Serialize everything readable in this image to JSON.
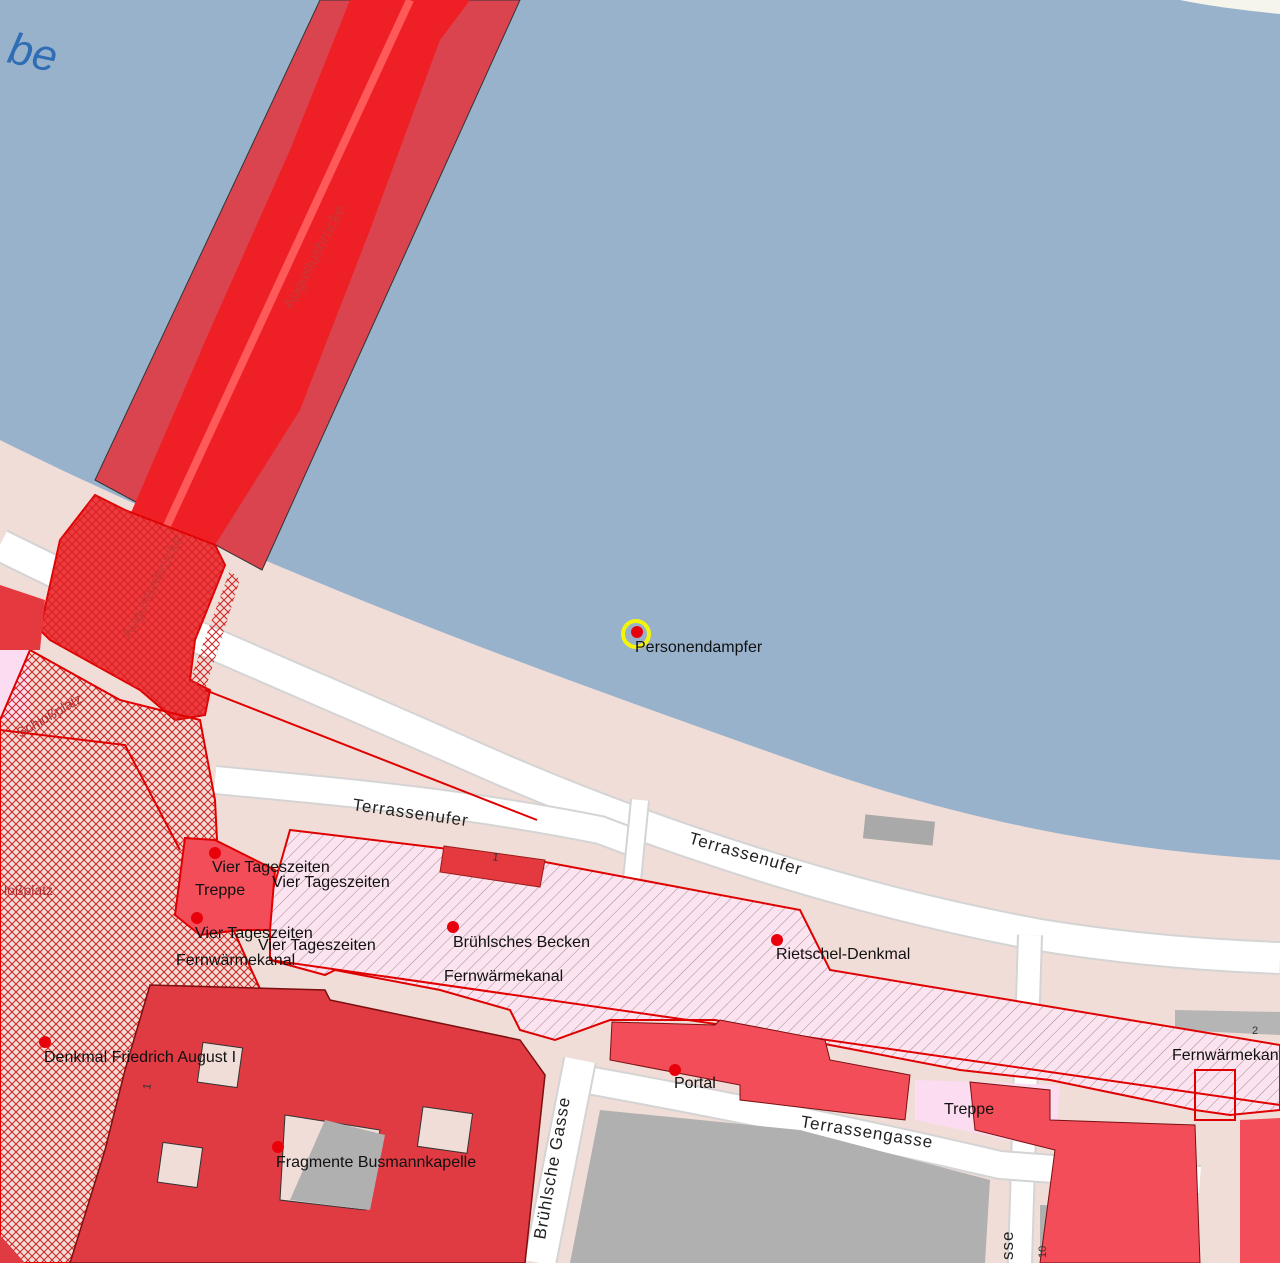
{
  "map": {
    "water_label": "be",
    "bridge_label": "Augustusbrücke",
    "bridge_label_lower": "Augustusbrücke",
    "plaza_label_partial": "Schloßplatz",
    "plaza_label_left": "loßplatz",
    "colors": {
      "water": "#98b2cc",
      "land": "#f1ddd7",
      "road": "#ffffff",
      "road_edge": "#d4d4d4",
      "monument_fill": "#e53940",
      "monument_outline": "#e00000",
      "selection_ring": "#f5f50a",
      "poi_dot": "#e8000b",
      "building_grey": "#b0b0b0",
      "pink_area": "#fbdcf0"
    },
    "streets": [
      {
        "key": "terrassenufer_west",
        "text": "Terrassenufer"
      },
      {
        "key": "terrassenufer_east",
        "text": "Terrassenufer"
      },
      {
        "key": "terrassengasse",
        "text": "Terrassengasse"
      },
      {
        "key": "bruehlsche_gasse",
        "text": "Brühlsche Gasse"
      },
      {
        "key": "gasse_partial",
        "text": "sse"
      }
    ],
    "pois": [
      {
        "key": "personendampfer",
        "text": "Personendampfer",
        "selected": true
      },
      {
        "key": "vier_tageszeiten_1",
        "text": "Vier Tageszeiten"
      },
      {
        "key": "vier_tageszeiten_2",
        "text": "Vier Tageszeiten"
      },
      {
        "key": "treppe_1",
        "text": "Treppe"
      },
      {
        "key": "vier_tageszeiten_3",
        "text": "Vier Tageszeiten"
      },
      {
        "key": "vier_tageszeiten_4",
        "text": "Vier Tageszeiten"
      },
      {
        "key": "fernwaermekanal_1",
        "text": "Fernwärmekanal"
      },
      {
        "key": "bruehlsches_becken",
        "text": "Brühlsches Becken"
      },
      {
        "key": "fernwaermekanal_2",
        "text": "Fernwärmekanal"
      },
      {
        "key": "rietschel_denkmal",
        "text": "Rietschel-Denkmal"
      },
      {
        "key": "denkmal_friedrich",
        "text": "Denkmal Friedrich August I"
      },
      {
        "key": "portal",
        "text": "Portal"
      },
      {
        "key": "fragmente",
        "text": "Fragmente Busmannkapelle"
      },
      {
        "key": "treppe_2",
        "text": "Treppe"
      },
      {
        "key": "fernwaermekanal_3",
        "text": "Fernwärmekan"
      }
    ],
    "house_numbers": [
      "2",
      "10",
      "1",
      "1"
    ]
  }
}
